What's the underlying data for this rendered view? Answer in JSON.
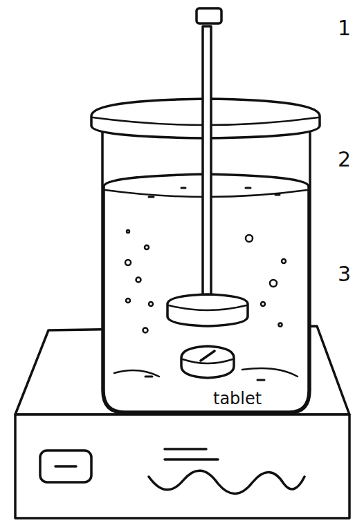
{
  "diagram": {
    "labels": [
      "1",
      "2",
      "3",
      "tablet"
    ]
  }
}
